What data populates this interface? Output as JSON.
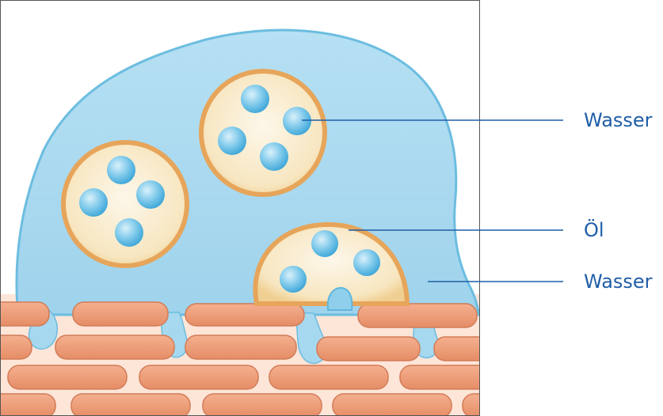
{
  "labels": {
    "water_top": "Wasser",
    "oil": "Öl",
    "water_bottom": "Wasser"
  },
  "colors": {
    "water": "#a9d9ef",
    "water_edge": "#5fb6dc",
    "oil": "#f6e3b8",
    "oil_rim": "#e5a456",
    "droplet": "#62bde6",
    "skin_cell": "#ee9e78",
    "skin_mortar": "#fde2d3",
    "leader_line": "#1f5ea8",
    "label_text": "#1f5ea8"
  }
}
